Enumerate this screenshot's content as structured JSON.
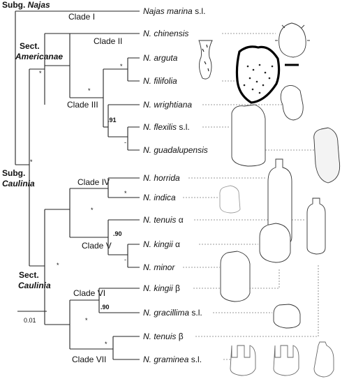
{
  "groups": {
    "subg_najas_prefix": "Subg.",
    "subg_najas_name": "Najas",
    "sect_americanae_prefix": "Sect.",
    "sect_americanae_name": "Americanae",
    "subg_caulinia_prefix": "Subg.",
    "subg_caulinia_name": "Caulinia",
    "sect_caulinia_prefix": "Sect.",
    "sect_caulinia_name": "Caulinia"
  },
  "clades": {
    "c1": "Clade I",
    "c2": "Clade II",
    "c3": "Clade III",
    "c4": "Clade IV",
    "c5": "Clade V",
    "c6": "Clade VI",
    "c7": "Clade VII"
  },
  "taxa": [
    {
      "genus": "Najas",
      "epithet": "marina",
      "suffix": "s.l."
    },
    {
      "genus": "N.",
      "epithet": "chinensis",
      "suffix": ""
    },
    {
      "genus": "N.",
      "epithet": "arguta",
      "suffix": ""
    },
    {
      "genus": "N.",
      "epithet": "filifolia",
      "suffix": ""
    },
    {
      "genus": "N.",
      "epithet": "wrightiana",
      "suffix": ""
    },
    {
      "genus": "N.",
      "epithet": "flexilis",
      "suffix": "s.l."
    },
    {
      "genus": "N.",
      "epithet": "guadalupensis",
      "suffix": ""
    },
    {
      "genus": "N.",
      "epithet": "horrida",
      "suffix": ""
    },
    {
      "genus": "N.",
      "epithet": "indica",
      "suffix": ""
    },
    {
      "genus": "N.",
      "epithet": "tenuis",
      "suffix": "α"
    },
    {
      "genus": "N.",
      "epithet": "kingii",
      "suffix": "α"
    },
    {
      "genus": "N.",
      "epithet": "minor",
      "suffix": ""
    },
    {
      "genus": "N.",
      "epithet": "kingii",
      "suffix": "β"
    },
    {
      "genus": "N.",
      "epithet": "gracillima",
      "suffix": "s.l."
    },
    {
      "genus": "N.",
      "epithet": "tenuis",
      "suffix": "β"
    },
    {
      "genus": "N.",
      "epithet": "graminea",
      "suffix": "s.l."
    }
  ],
  "support": {
    "s1": "*",
    "s2": "*",
    "s3": "*",
    "s4": "*",
    "s5": ".91",
    "s6": "-",
    "s7": "*",
    "s8": "*",
    "s9": ".90",
    "s10": "-",
    "s11": "*",
    "s12": ".90",
    "s13": "*",
    "s14": "*"
  },
  "scale_bar": "0.01"
}
